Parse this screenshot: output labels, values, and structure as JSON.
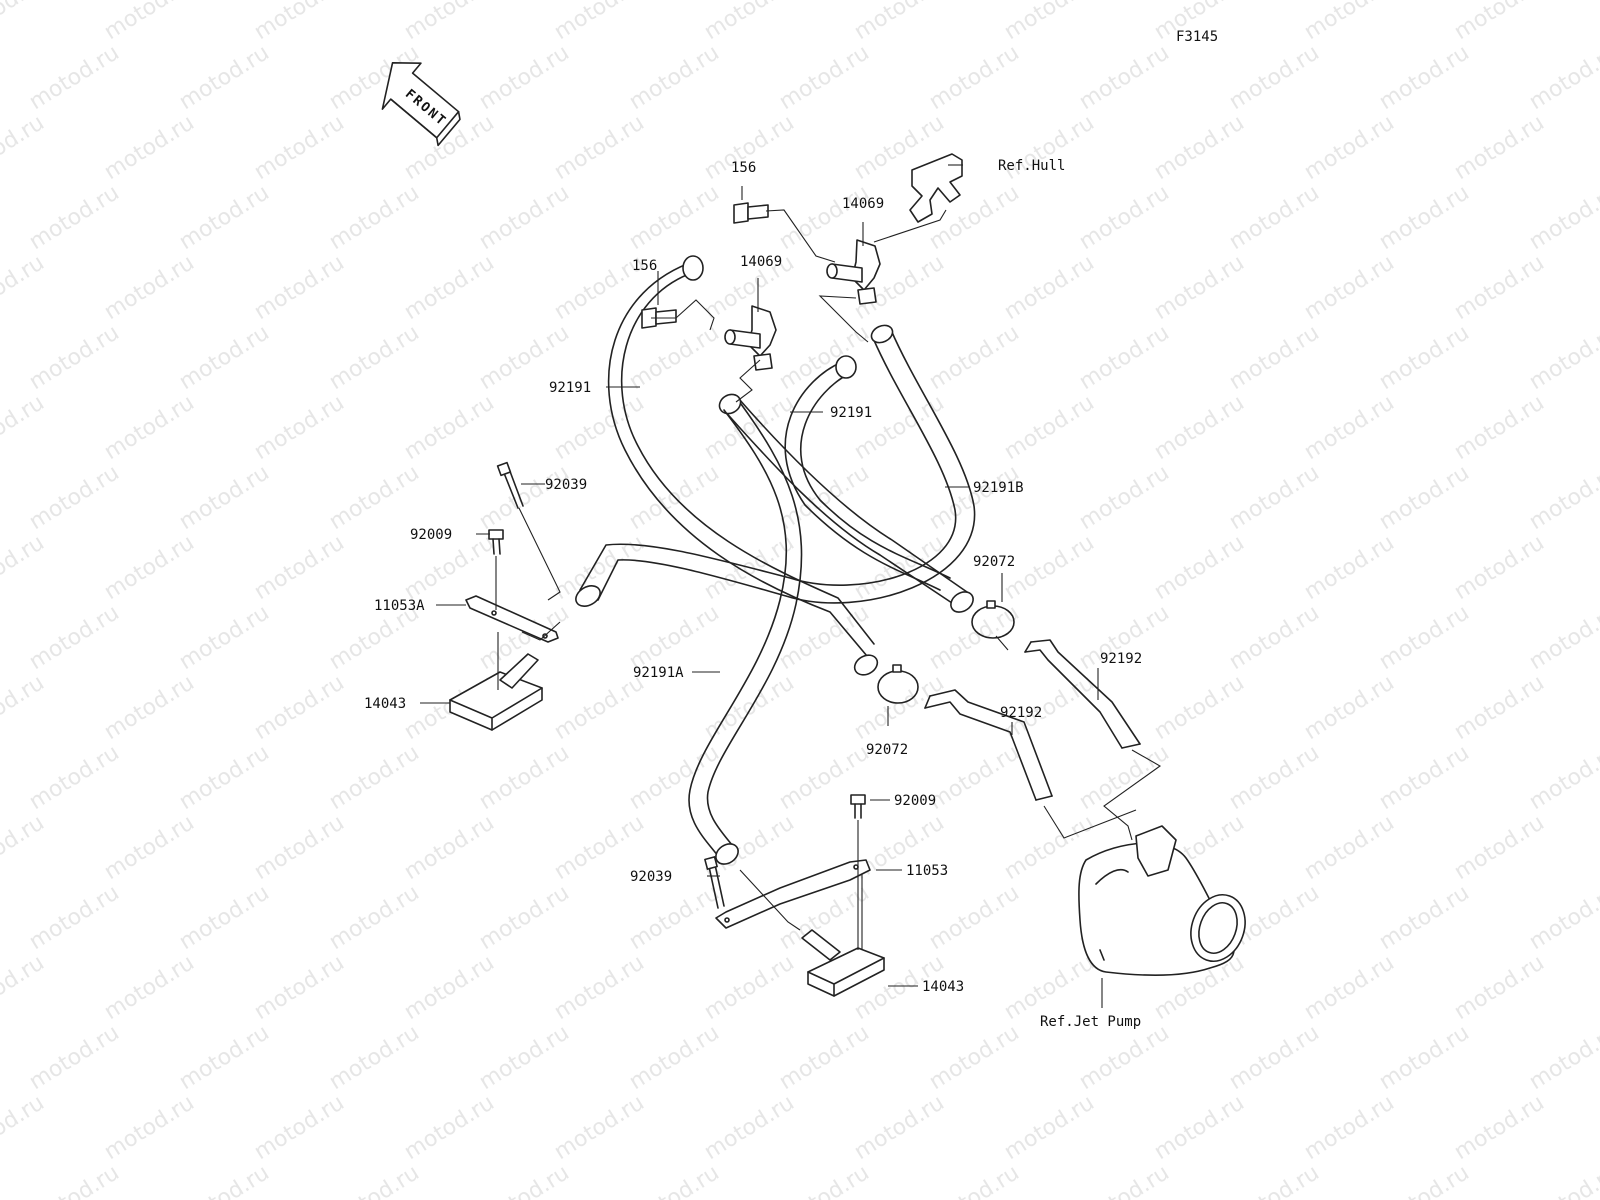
{
  "diagram_code": "F3145",
  "front_label": "FRONT",
  "watermark_text": "motod.ru",
  "colors": {
    "ink": "#222222",
    "watermark": "#e6e6e6",
    "background": "#ffffff"
  },
  "refs": {
    "hull": "Ref.Hull",
    "jet_pump": "Ref.Jet Pump"
  },
  "labels": {
    "bolt_a": "156",
    "bolt_b": "156",
    "fitting_a": "14069",
    "fitting_b": "14069",
    "hose_92191_left": "92191",
    "hose_92191_mid": "92191",
    "hose_92191b": "92191B",
    "hose_92191a": "92191A",
    "band_92039_top": "92039",
    "band_92039_bottom": "92039",
    "screw_92009_top": "92009",
    "screw_92009_bottom": "92009",
    "holder_11053a": "11053A",
    "holder_11053": "11053",
    "outlet_14043_top": "14043",
    "outlet_14043_bottom": "14043",
    "clamp_92072_top": "92072",
    "clamp_92072_bottom": "92072",
    "hose_92192_right": "92192",
    "hose_92192_left": "92192"
  }
}
